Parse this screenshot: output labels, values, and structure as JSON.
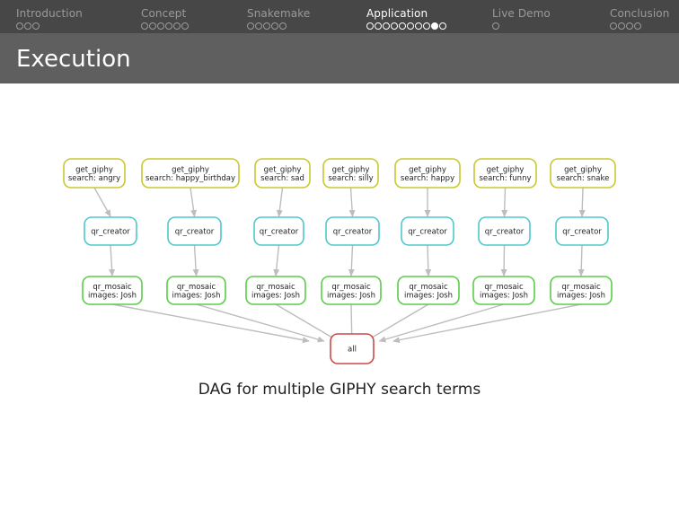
{
  "nav": {
    "sections": [
      {
        "label": "Introduction",
        "dots": 3,
        "filled": -1,
        "active": false
      },
      {
        "label": "Concept",
        "dots": 6,
        "filled": -1,
        "active": false
      },
      {
        "label": "Snakemake",
        "dots": 5,
        "filled": -1,
        "active": false
      },
      {
        "label": "Application",
        "dots": 10,
        "filled": 8,
        "active": true
      },
      {
        "label": "Live Demo",
        "dots": 1,
        "filled": -1,
        "active": false
      },
      {
        "label": "Conclusion",
        "dots": 4,
        "filled": -1,
        "active": false
      }
    ]
  },
  "frame": {
    "title": "Execution"
  },
  "caption": "DAG for multiple GIPHY search terms",
  "colors": {
    "get_giphy": "#c8c832",
    "qr_creator": "#4ec8cc",
    "qr_mosaic": "#5ccc4a",
    "all": "#cc4a4a",
    "edge": "#bdbdbd"
  },
  "dag": {
    "columns": [
      {
        "giphy_line1": "get_giphy",
        "giphy_line2": "search: angry",
        "creator": "qr_creator",
        "mosaic_line1": "qr_mosaic",
        "mosaic_line2": "images: Josh"
      },
      {
        "giphy_line1": "get_giphy",
        "giphy_line2": "search: happy_birthday",
        "creator": "qr_creator",
        "mosaic_line1": "qr_mosaic",
        "mosaic_line2": "images: Josh"
      },
      {
        "giphy_line1": "get_giphy",
        "giphy_line2": "search: sad",
        "creator": "qr_creator",
        "mosaic_line1": "qr_mosaic",
        "mosaic_line2": "images: Josh"
      },
      {
        "giphy_line1": "get_giphy",
        "giphy_line2": "search: silly",
        "creator": "qr_creator",
        "mosaic_line1": "qr_mosaic",
        "mosaic_line2": "images: Josh"
      },
      {
        "giphy_line1": "get_giphy",
        "giphy_line2": "search: happy",
        "creator": "qr_creator",
        "mosaic_line1": "qr_mosaic",
        "mosaic_line2": "images: Josh"
      },
      {
        "giphy_line1": "get_giphy",
        "giphy_line2": "search: funny",
        "creator": "qr_creator",
        "mosaic_line1": "qr_mosaic",
        "mosaic_line2": "images: Josh"
      },
      {
        "giphy_line1": "get_giphy",
        "giphy_line2": "search: snake",
        "creator": "qr_creator",
        "mosaic_line1": "qr_mosaic",
        "mosaic_line2": "images: Josh"
      }
    ],
    "sink": "all"
  }
}
